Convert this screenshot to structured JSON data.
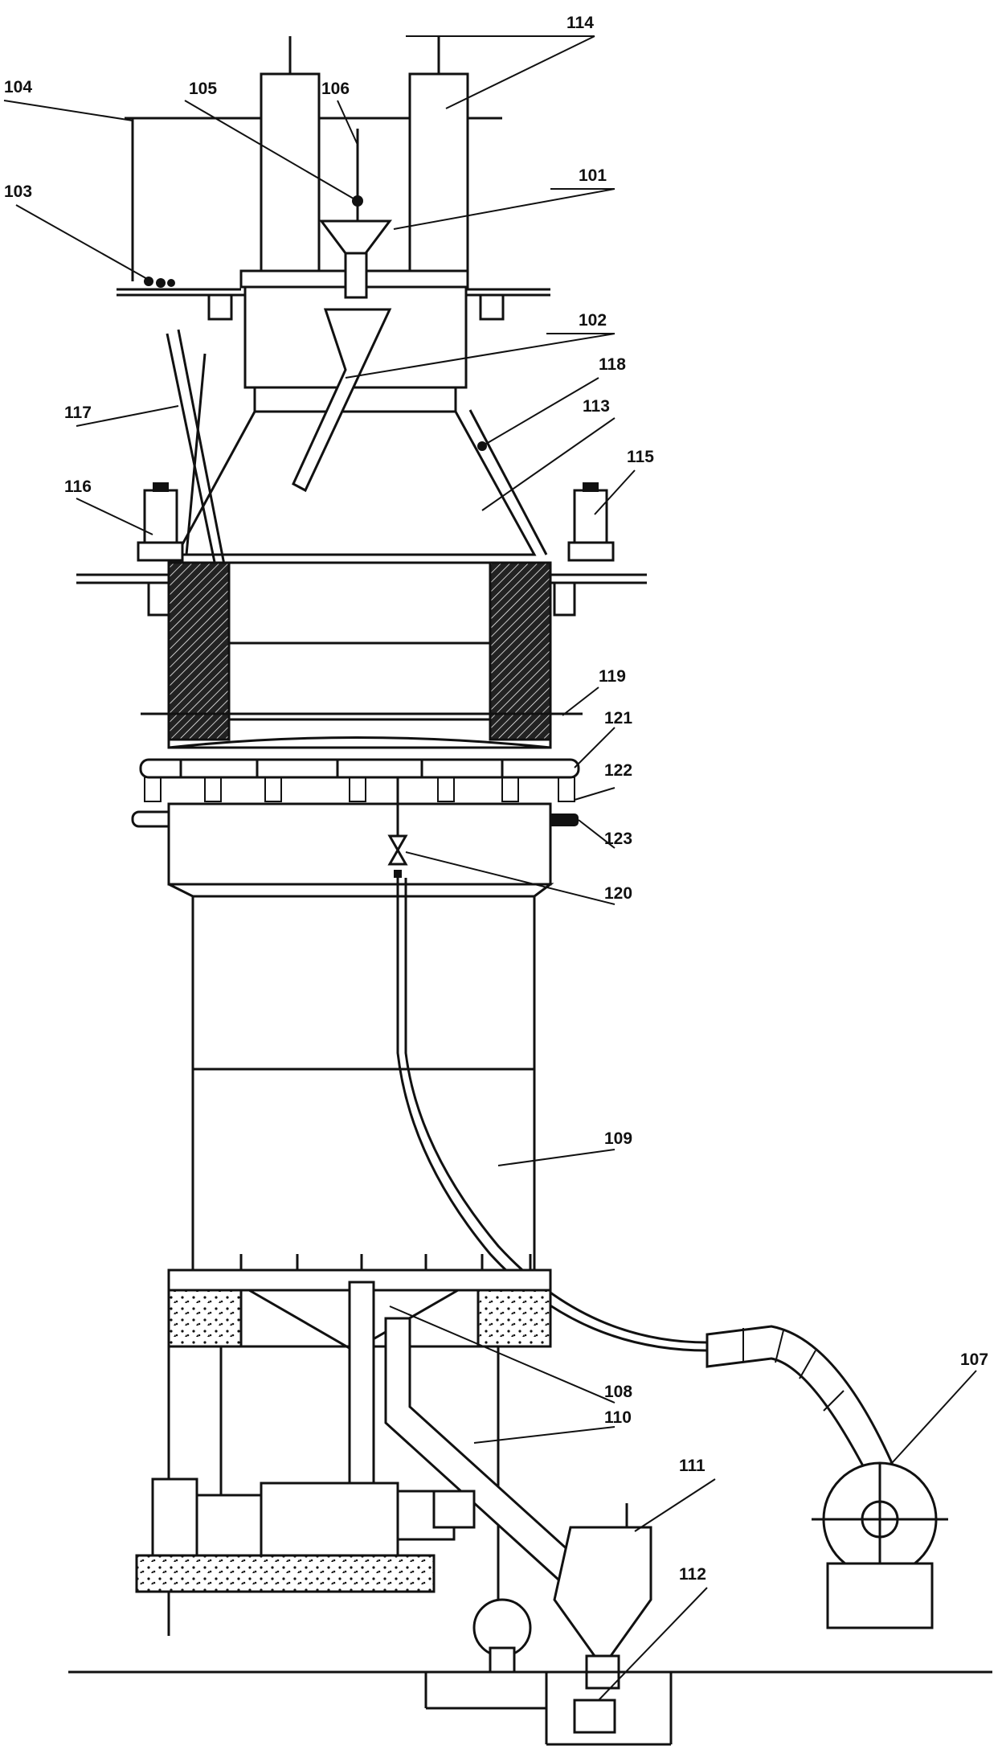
{
  "labels": {
    "l101": "101",
    "l102": "102",
    "l103": "103",
    "l104": "104",
    "l105": "105",
    "l106": "106",
    "l107": "107",
    "l108": "108",
    "l109": "109",
    "l110": "110",
    "l111": "111",
    "l112": "112",
    "l113": "113",
    "l114": "114",
    "l115": "115",
    "l116": "116",
    "l117": "117",
    "l118": "118",
    "l119": "119",
    "l120": "120",
    "l121": "121",
    "l122": "122",
    "l123": "123"
  },
  "colors": {
    "line": "#111111",
    "background": "#ffffff"
  }
}
